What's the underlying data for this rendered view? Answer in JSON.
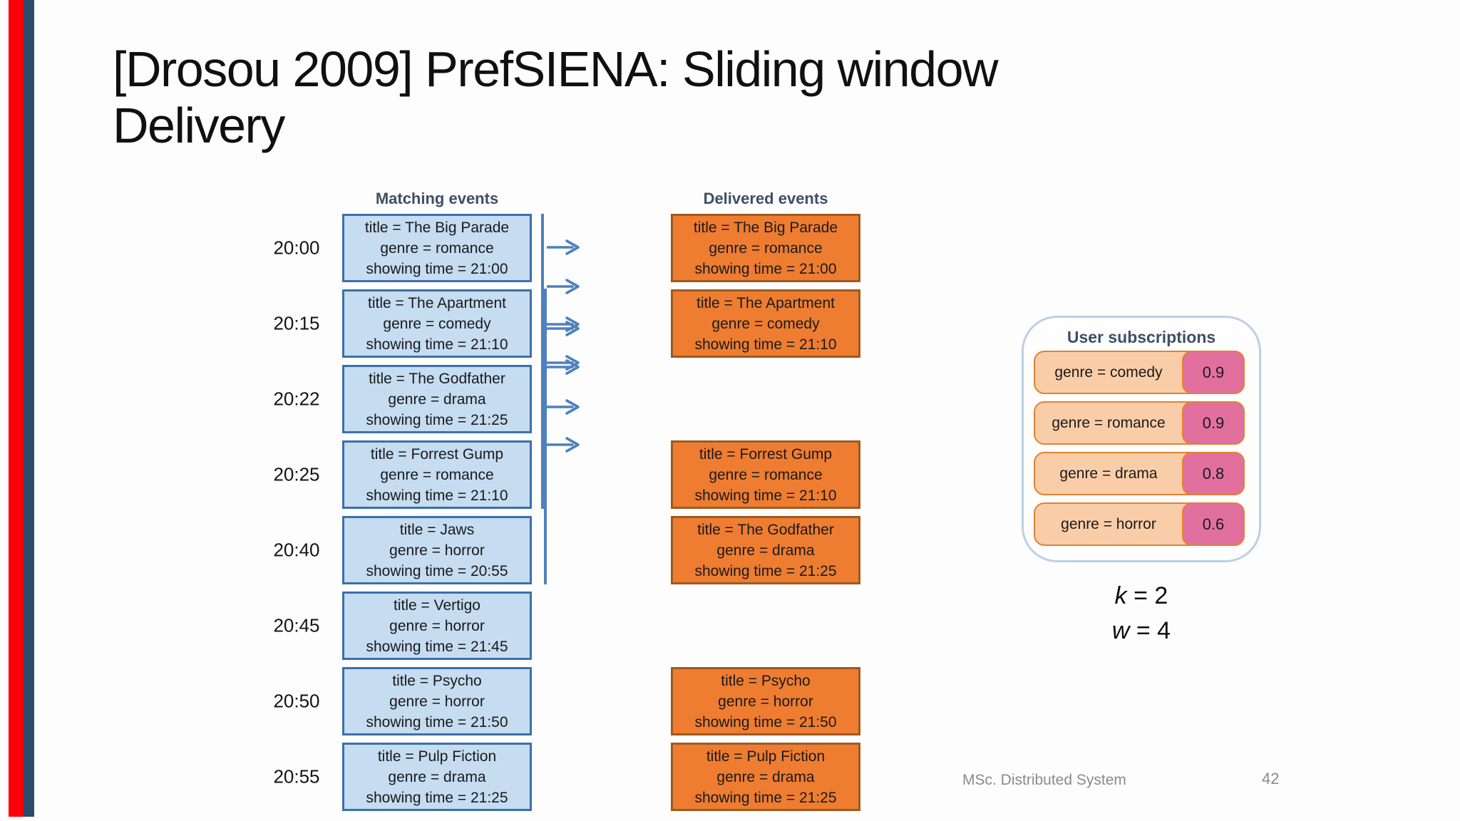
{
  "slide": {
    "title_line1": "[Drosou 2009] PrefSIENA: Sliding window",
    "title_line2": "Delivery",
    "footer": "MSc. Distributed System",
    "page_number": "42"
  },
  "columns": {
    "matching_header": "Matching events",
    "delivered_header": "Delivered events"
  },
  "matching_events": [
    {
      "time": "20:00",
      "lines": [
        "title = The Big Parade",
        "genre = romance",
        "showing time = 21:00"
      ]
    },
    {
      "time": "20:15",
      "lines": [
        "title = The Apartment",
        "genre = comedy",
        "showing time = 21:10"
      ]
    },
    {
      "time": "20:22",
      "lines": [
        "title = The Godfather",
        "genre = drama",
        "showing time = 21:25"
      ]
    },
    {
      "time": "20:25",
      "lines": [
        "title = Forrest Gump",
        "genre = romance",
        "showing time = 21:10"
      ]
    },
    {
      "time": "20:40",
      "lines": [
        "title = Jaws",
        "genre = horror",
        "showing time = 20:55"
      ]
    },
    {
      "time": "20:45",
      "lines": [
        "title = Vertigo",
        "genre = horror",
        "showing time = 21:45"
      ]
    },
    {
      "time": "20:50",
      "lines": [
        "title = Psycho",
        "genre = horror",
        "showing time = 21:50"
      ]
    },
    {
      "time": "20:55",
      "lines": [
        "title = Pulp Fiction",
        "genre = drama",
        "showing time = 21:25"
      ]
    }
  ],
  "delivered_events": [
    {
      "lines": [
        "title = The Big Parade",
        "genre = romance",
        "showing time = 21:00"
      ]
    },
    {
      "lines": [
        "title = The Apartment",
        "genre = comedy",
        "showing time = 21:10"
      ]
    },
    null,
    {
      "lines": [
        "title = Forrest Gump",
        "genre = romance",
        "showing time = 21:10"
      ]
    },
    {
      "lines": [
        "title = The Godfather",
        "genre = drama",
        "showing time = 21:25"
      ]
    },
    null,
    {
      "lines": [
        "title = Psycho",
        "genre = horror",
        "showing time = 21:50"
      ]
    },
    {
      "lines": [
        "title = Pulp Fiction",
        "genre = drama",
        "showing time = 21:25"
      ]
    }
  ],
  "subscriptions": {
    "header": "User subscriptions",
    "rows": [
      {
        "label": "genre = comedy",
        "score": "0.9"
      },
      {
        "label": "genre = romance",
        "score": "0.9"
      },
      {
        "label": "genre = drama",
        "score": "0.8"
      },
      {
        "label": "genre = horror",
        "score": "0.6"
      }
    ]
  },
  "parameters": [
    {
      "symbol": "k",
      "rest": " = 2"
    },
    {
      "symbol": "w",
      "rest": " = 4"
    }
  ],
  "colors": {
    "stripe_red": "#fb0007",
    "stripe_navy": "#2e4a6b",
    "header_navy": "#3f4e66",
    "box_blue_fill": "#c5dcf1",
    "box_blue_border": "#3c70a9",
    "box_orange_fill": "#ee7d31",
    "box_orange_border": "#9e5a1f",
    "arrow_blue": "#4e81bd",
    "panel_border": "#bccfe8",
    "peach_fill": "#f9cda8",
    "pink_fill": "#e2709f",
    "subs_border": "#e2822f",
    "footer_gray": "#8a8a8a"
  }
}
